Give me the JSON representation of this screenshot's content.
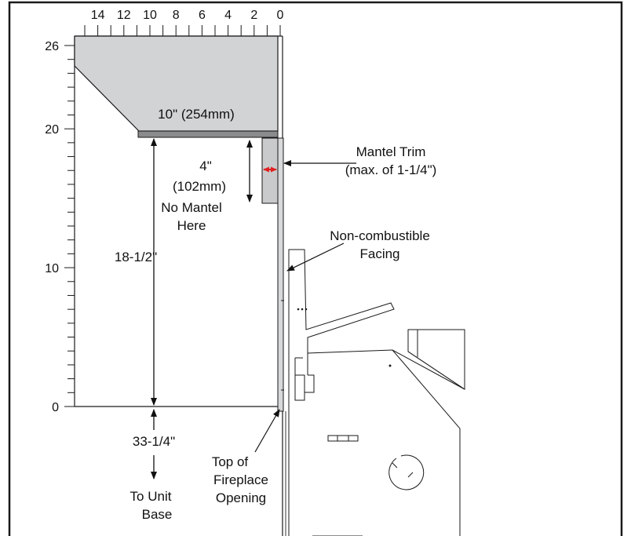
{
  "ruler": {
    "top_ticks": [
      "14",
      "12",
      "10",
      "8",
      "6",
      "4",
      "2",
      "0"
    ],
    "left_ticks": [
      "26",
      "20",
      "10",
      "0"
    ]
  },
  "labels": {
    "mantel_depth": "10\" (254mm)",
    "clearance_4_line1": "4\"",
    "clearance_4_line2": "(102mm)",
    "no_mantel_line1": "No Mantel",
    "no_mantel_line2": "Here",
    "height_18": "18-1/2\"",
    "mantel_trim_line1": "Mantel Trim",
    "mantel_trim_line2": "(max. of 1-1/4\")",
    "facing_line1": "Non-combustible",
    "facing_line2": "Facing",
    "base_33": "33-1/4\"",
    "to_unit_line1": "To Unit",
    "to_unit_line2": "Base",
    "top_of_line1": "Top of",
    "top_of_line2": "Fireplace",
    "top_of_line3": "Opening"
  },
  "colors": {
    "mantel_fill": "#d2d3d5",
    "shelf_fill": "#8a8b8d",
    "trim_arrow": "#e02020",
    "frame": "#1a1a1a"
  }
}
